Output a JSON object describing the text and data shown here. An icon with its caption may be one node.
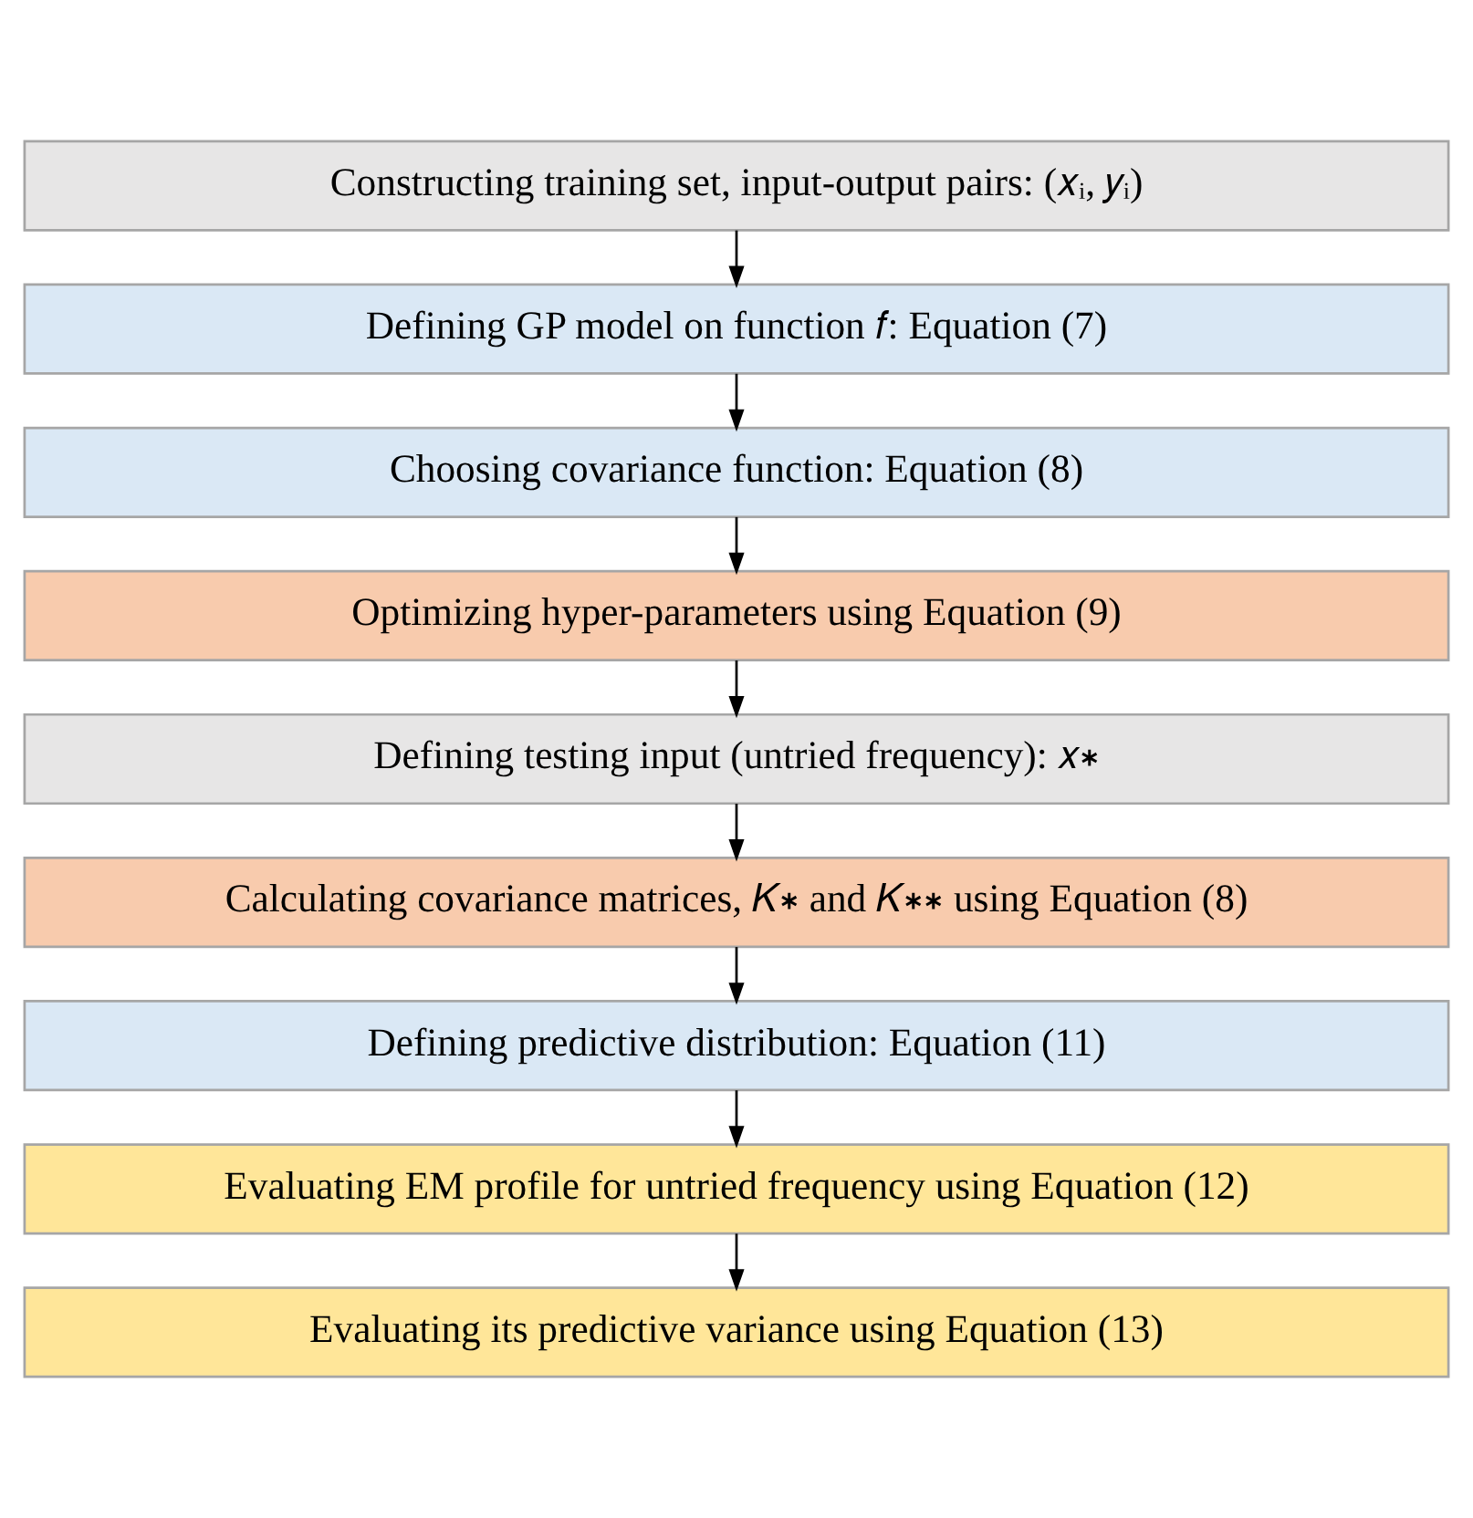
{
  "diagram": {
    "nodes": [
      {
        "text": [
          "Constructing training set, input-output pairs: (𝑥ᵢ, 𝑦ᵢ)"
        ]
      },
      {
        "text": [
          "Defining GP model on function 𝑓: Equation (7)"
        ]
      },
      {
        "text": [
          "Choosing covariance function: Equation (8)"
        ]
      },
      {
        "text": [
          "Optimizing hyper-parameters using Equation (9)"
        ]
      },
      {
        "text": [
          "Defining testing input (untried frequency): 𝑥∗"
        ]
      },
      {
        "text": [
          "Calculating covariance matrices, 𝐾∗ and 𝐾∗∗ using Equation (8)"
        ]
      },
      {
        "text": [
          "Defining predictive distribution: Equation (11)"
        ]
      },
      {
        "text": [
          "Evaluating EM profile for untried frequency using Equation (12)"
        ]
      },
      {
        "text": [
          "Evaluating its predictive variance using Equation (13)"
        ]
      }
    ],
    "edges": [
      {
        "from": 0,
        "to": 1,
        "arrow": "to"
      },
      {
        "from": 1,
        "to": 2,
        "arrow": "to"
      },
      {
        "from": 2,
        "to": 3,
        "arrow": "to"
      },
      {
        "from": 3,
        "to": 4,
        "arrow": "to"
      },
      {
        "from": 4,
        "to": 5,
        "arrow": "to"
      },
      {
        "from": 5,
        "to": 6,
        "arrow": "to"
      },
      {
        "from": 6,
        "to": 7,
        "arrow": "to"
      },
      {
        "from": 7,
        "to": 8,
        "arrow": "to"
      }
    ]
  }
}
